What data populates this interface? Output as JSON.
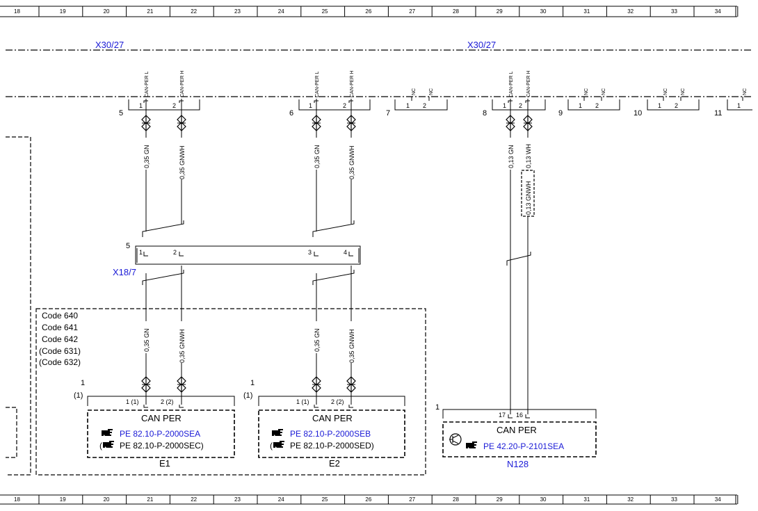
{
  "ruler": {
    "columns": [
      "18",
      "19",
      "20",
      "21",
      "22",
      "23",
      "24",
      "25",
      "26",
      "27",
      "28",
      "29",
      "30",
      "31",
      "32",
      "33",
      "34"
    ]
  },
  "buses": {
    "left_label": "X30/27",
    "right_label": "X30/27"
  },
  "connectors": {
    "c5": {
      "num": "5",
      "pin1": "1",
      "pin2": "2",
      "pin1_sig": "CAN-PER L",
      "pin2_sig": "CAN-PER H"
    },
    "c6": {
      "num": "6",
      "pin1": "1",
      "pin2": "2",
      "pin1_sig": "CAN-PER L",
      "pin2_sig": "CAN-PER H"
    },
    "c7": {
      "num": "7",
      "pin1": "1",
      "pin2": "2",
      "pin1_sig": "NC",
      "pin2_sig": "NC"
    },
    "c8": {
      "num": "8",
      "pin1": "1",
      "pin2": "2",
      "pin1_sig": "CAN-PER L",
      "pin2_sig": "CAN-PER H"
    },
    "c9": {
      "num": "9",
      "pin1": "1",
      "pin2": "2",
      "pin1_sig": "NC",
      "pin2_sig": "NC"
    },
    "c10": {
      "num": "10",
      "pin1": "1",
      "pin2": "2",
      "pin1_sig": "NC",
      "pin2_sig": "NC"
    },
    "c11": {
      "num": "11",
      "pin1": "1",
      "pin1_sig": "NC"
    }
  },
  "wires": {
    "w1": "0,35 GN",
    "w2": "0,35 GNWH",
    "w3": "0,35 GN",
    "w4": "0,35 GNWH",
    "w5": "0,13 GN",
    "w6": "0,13 WH",
    "w6b": "0,13 GNWH",
    "w7": "0,35 GN",
    "w8": "0,35 GNWH",
    "w9": "0,35 GN",
    "w10": "0,35 GNWH"
  },
  "x18": {
    "label": "X18/7",
    "num": "5",
    "pins": [
      "1",
      "2",
      "3",
      "4"
    ]
  },
  "codes": [
    "Code 640",
    "Code 641",
    "Code 642",
    "(Code 631)",
    "(Code 632)"
  ],
  "e1": {
    "num": "1",
    "num_alt": "(1)",
    "pin1": "1 (1)",
    "pin2": "2 (2)",
    "bus": "CAN PER",
    "ref": "PE 82.10-P-2000SEA",
    "ref_alt": "PE 82.10-P-2000SEC)",
    "alt_open": "(",
    "label": "E1"
  },
  "e2": {
    "num": "1",
    "num_alt": "(1)",
    "pin1": "1 (1)",
    "pin2": "2 (2)",
    "bus": "CAN PER",
    "ref": "PE 82.10-P-2000SEB",
    "ref_alt": "PE 82.10-P-2000SED)",
    "alt_open": "(",
    "label": "E2"
  },
  "n128": {
    "num": "1",
    "pin17": "17",
    "pin16": "16",
    "bus": "CAN PER",
    "ref": "PE 42.20-P-2101SEA",
    "label": "N128"
  },
  "icons": {
    "hand": "pointing-hand-icon",
    "transistor": "transistor-icon"
  }
}
